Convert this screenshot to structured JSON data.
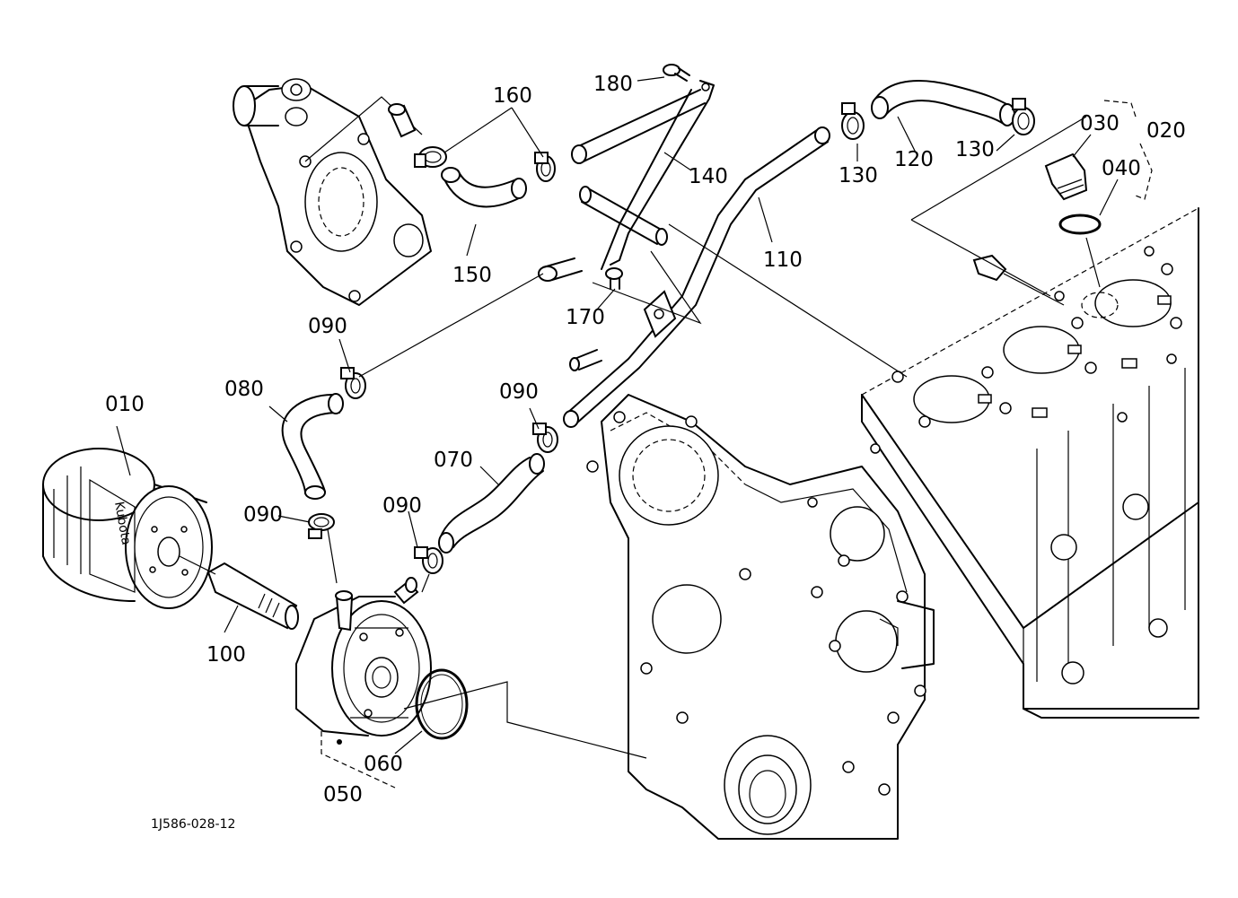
{
  "parts": {
    "p010": "010",
    "p020": "020",
    "p030": "030",
    "p040": "040",
    "p050": "050",
    "p060": "060",
    "p070": "070",
    "p080": "080",
    "p090a": "090",
    "p090b": "090",
    "p090c": "090",
    "p090d": "090",
    "p100": "100",
    "p110": "110",
    "p120": "120",
    "p130a": "130",
    "p130b": "130",
    "p140": "140",
    "p150": "150",
    "p160": "160",
    "p170": "170",
    "p180": "180"
  },
  "filter_brand": "Kubota",
  "drawing_id": "1J586-028-12"
}
